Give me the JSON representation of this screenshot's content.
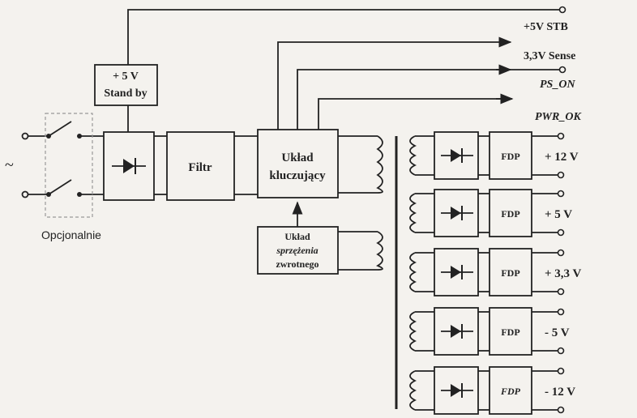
{
  "input": {
    "ac_symbol": "~",
    "optional_label": "Opcjonalnie"
  },
  "standby": {
    "line1": "+ 5 V",
    "line2": "Stand by"
  },
  "filter": {
    "label": "Filtr"
  },
  "switching": {
    "line1": "Układ",
    "line2": "kluczujący"
  },
  "feedback": {
    "line1": "Układ",
    "line2": "sprzężenia",
    "line3": "zwrotnego"
  },
  "signals": [
    {
      "label": "+5V STB"
    },
    {
      "label": "3,3V Sense"
    },
    {
      "label": "PS_ON"
    },
    {
      "label": "PWR_OK"
    }
  ],
  "outputs": [
    {
      "fdp": "FDP",
      "voltage": "+ 12 V"
    },
    {
      "fdp": "FDP",
      "voltage": "+ 5 V"
    },
    {
      "fdp": "FDP",
      "voltage": "+ 3,3 V"
    },
    {
      "fdp": "FDP",
      "voltage": "- 5 V"
    },
    {
      "fdp": "FDP",
      "voltage": "- 12 V"
    }
  ],
  "colors": {
    "ink": "#222222",
    "paper": "#f4f2ee",
    "dashed": "#999999"
  }
}
